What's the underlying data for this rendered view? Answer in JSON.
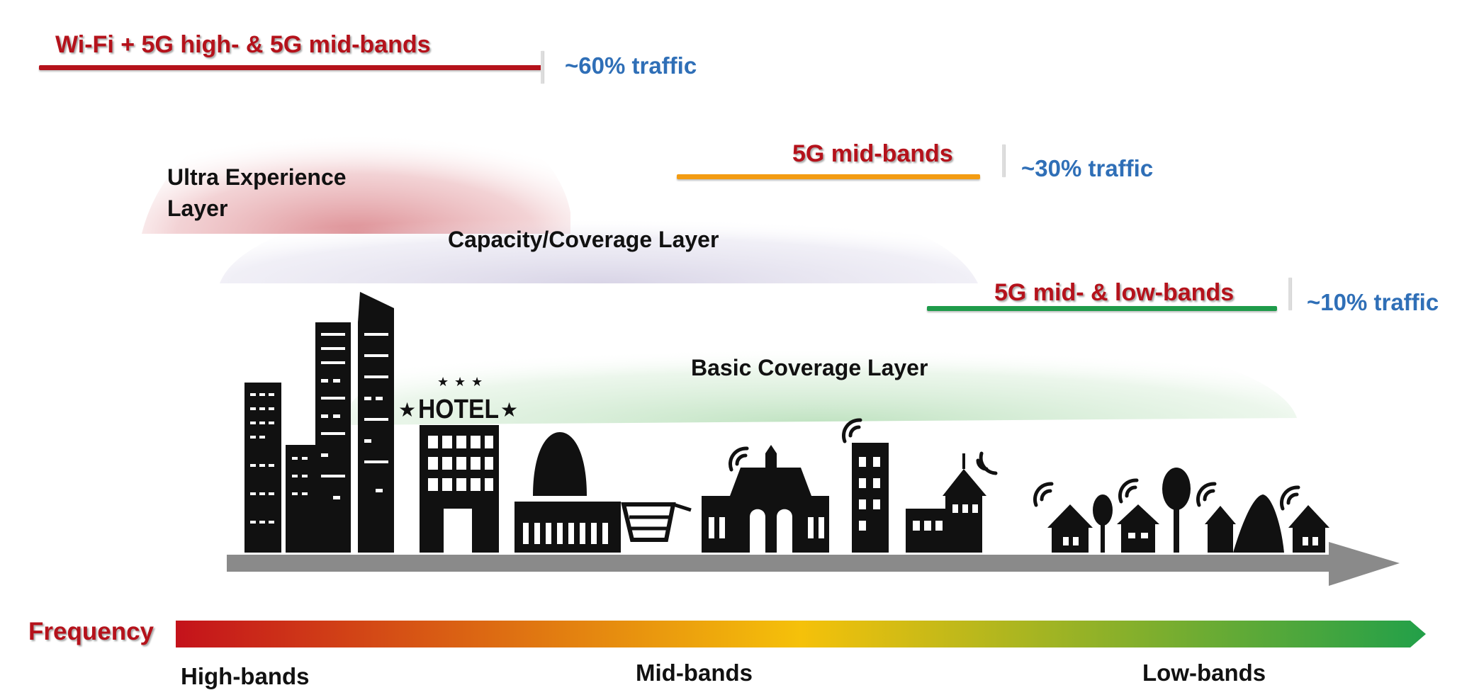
{
  "bands": [
    {
      "label": "Wi-Fi + 5G high- & 5G mid-bands",
      "traffic": "~60% traffic",
      "color": "#b5121b"
    },
    {
      "label": "5G mid-bands",
      "traffic": "~30% traffic",
      "color": "#f39c12"
    },
    {
      "label": "5G mid- & low-bands",
      "traffic": "~10% traffic",
      "color": "#1e9b4a"
    }
  ],
  "layers": {
    "ultra": "Ultra Experience\nLayer",
    "capacity": "Capacity/Coverage Layer",
    "basic": "Basic Coverage Layer"
  },
  "hotel_sign": "HOTEL",
  "frequency": {
    "title": "Frequency",
    "high": "High-bands",
    "mid": "Mid-bands",
    "low": "Low-bands",
    "gradient": [
      "#c4121b",
      "#f5c10a",
      "#22a049"
    ]
  },
  "colors": {
    "traffic_text": "#2f6fb7",
    "band_text": "#b5121b",
    "city": "#111111",
    "street_arrow": "#8a8a8a"
  }
}
